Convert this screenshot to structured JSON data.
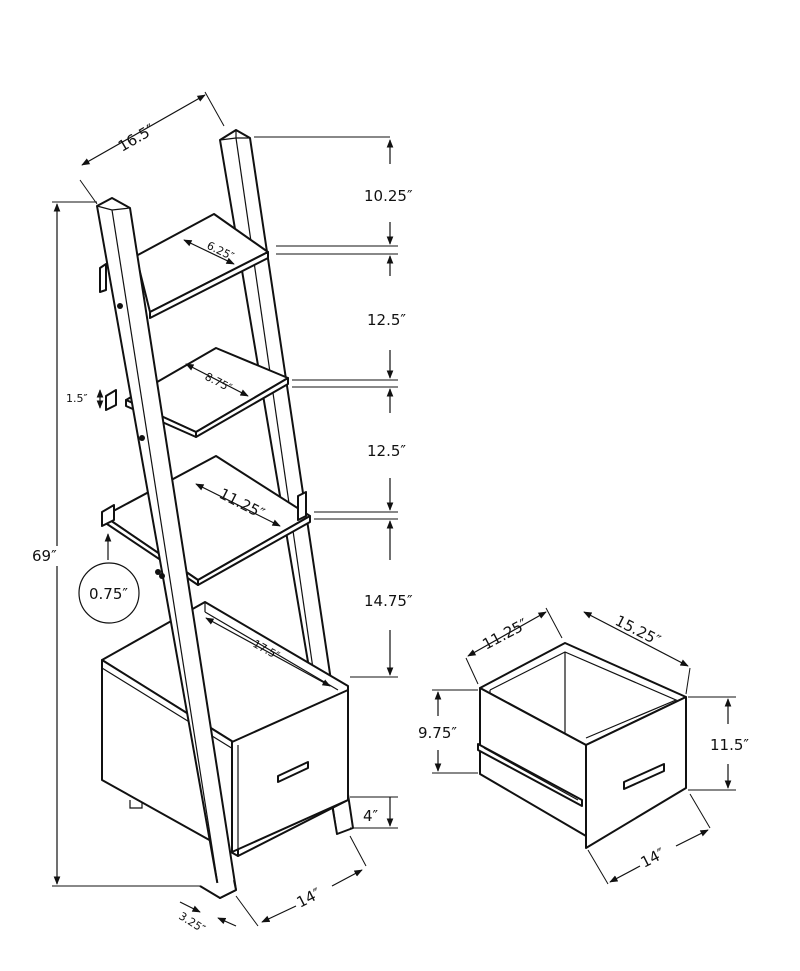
{
  "dimensions": {
    "top_width": "16.5″",
    "total_height": "69″",
    "gap_top": "10.25″",
    "gap_upper": "12.5″",
    "gap_middle": "12.5″",
    "gap_lower": "14.75″",
    "shelf1_depth": "6.25″",
    "shelf2_depth": "8.75″",
    "shelf3_depth": "11.25″",
    "cabinet_width": "17.5″",
    "cabinet_depth": "14″",
    "leg_offset": "3.25″",
    "cabinet_leg_height": "4″",
    "shelf_lip": "1.5″",
    "thickness_callout": "0.75″"
  },
  "drawer_dimensions": {
    "depth": "11.25″",
    "width": "15.25″",
    "inner_height": "9.75″",
    "front_height": "11.5″",
    "front_width": "14″"
  }
}
